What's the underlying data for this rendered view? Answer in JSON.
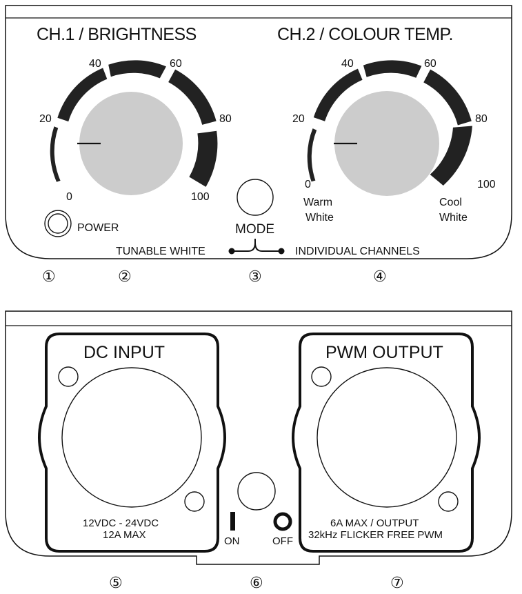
{
  "front_panel": {
    "ch1_title": "CH.1 / BRIGHTNESS",
    "ch2_title": "CH.2 / COLOUR TEMP.",
    "ch1_scale": [
      "0",
      "20",
      "40",
      "60",
      "80",
      "100"
    ],
    "ch2_scale": [
      "0",
      "20",
      "40",
      "60",
      "80",
      "100"
    ],
    "power_label": "POWER",
    "mode_label": "MODE",
    "tunable_white_label": "TUNABLE WHITE",
    "individual_channels_label": "INDIVIDUAL CHANNELS",
    "warm_label_1": "Warm",
    "warm_label_2": "White",
    "cool_label_1": "Cool",
    "cool_label_2": "White",
    "callouts": [
      "①",
      "②",
      "③",
      "④"
    ]
  },
  "rear_panel": {
    "dc_input_title": "DC INPUT",
    "dc_spec_1": "12VDC - 24VDC",
    "dc_spec_2": "12A MAX",
    "pwm_output_title": "PWM OUTPUT",
    "pwm_spec_1": "6A MAX / OUTPUT",
    "pwm_spec_2": "32kHz FLICKER FREE PWM",
    "on_symbol": "I",
    "on_label": "ON",
    "off_label": "OFF",
    "callouts": [
      "⑤",
      "⑥",
      "⑦"
    ]
  }
}
